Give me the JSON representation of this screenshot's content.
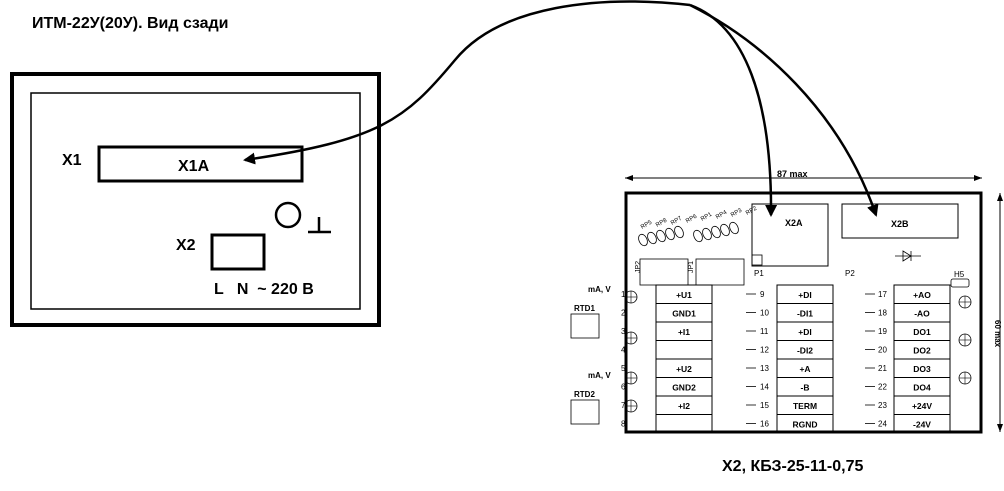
{
  "title": "ИТМ-22У(20У). Вид сзади",
  "device": {
    "x1_label": "X1",
    "x1a_label": "X1A",
    "x2_label": "X2",
    "power_label": "L   N  ~ 220 B"
  },
  "board": {
    "caption": "X2, КБЗ-25-11-0,75",
    "width_dim": "87 max",
    "height_dim": "60 max",
    "x2a_label": "X2A",
    "x2b_label": "X2B",
    "p1_label": "P1",
    "p2_label": "P2",
    "h5_label": "H5",
    "jp1_label": "JP1",
    "jp2_label": "JP2",
    "rp_labels": [
      "RP5",
      "RP8",
      "RP7",
      "RP6",
      "RP1",
      "RP4",
      "RP3",
      "RP2"
    ],
    "ma_v_1": "mA, V",
    "ma_v_2": "mA, V",
    "rtd1": "RTD1",
    "rtd2": "RTD2",
    "col1": [
      "+U1",
      "GND1",
      "+I1",
      "",
      "+U2",
      "GND2",
      "+I2",
      ""
    ],
    "col1_nums": [
      "1",
      "2",
      "3",
      "4",
      "5",
      "6",
      "7",
      "8"
    ],
    "col2": [
      "+DI",
      "-DI1",
      "+DI",
      "-DI2",
      "+A",
      "-B",
      "TERM",
      "RGND"
    ],
    "col2_nums": [
      "9",
      "10",
      "11",
      "12",
      "13",
      "14",
      "15",
      "16"
    ],
    "col3": [
      "+AO",
      "-AO",
      "DO1",
      "DO2",
      "DO3",
      "DO4",
      "+24V",
      "-24V"
    ],
    "col3_nums": [
      "17",
      "18",
      "19",
      "20",
      "21",
      "22",
      "23",
      "24"
    ]
  }
}
